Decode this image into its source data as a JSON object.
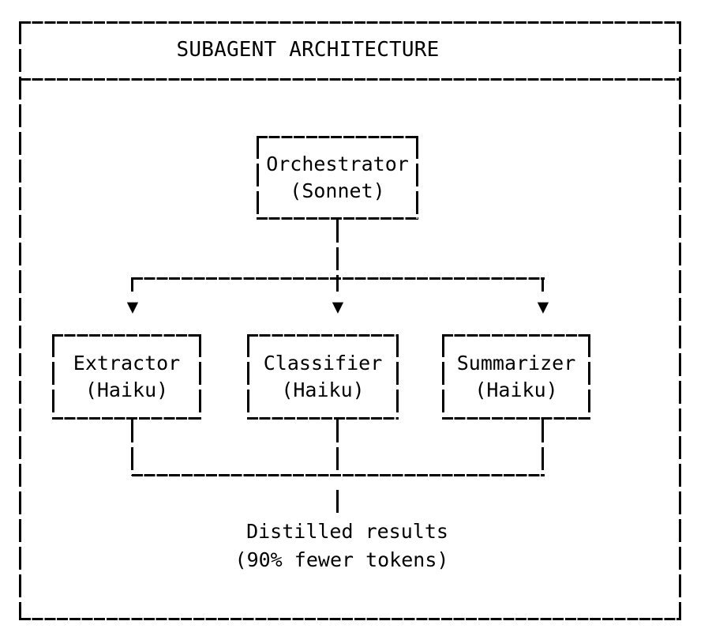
{
  "diagram": {
    "title": "SUBAGENT ARCHITECTURE",
    "orchestrator": {
      "name": "Orchestrator",
      "model": "(Sonnet)"
    },
    "subagents": [
      {
        "name": "Extractor",
        "model": "(Haiku)"
      },
      {
        "name": "Classifier",
        "model": "(Haiku)"
      },
      {
        "name": "Summarizer",
        "model": "(Haiku)"
      }
    ],
    "output": {
      "line1": "Distilled results",
      "line2": "(90% fewer tokens)"
    },
    "arrow_glyph": "▼",
    "colors": {
      "line": "#000000",
      "text": "#000000",
      "background": "#ffffff"
    }
  }
}
